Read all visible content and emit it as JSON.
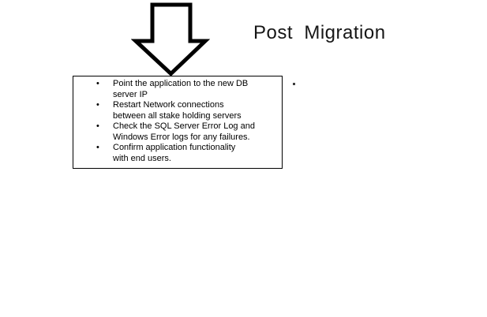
{
  "title": "Post  Migration",
  "arrow": {
    "direction": "down",
    "stroke_color": "#000000",
    "fill_color": "#ffffff"
  },
  "checklist": {
    "bullet": "•",
    "items": [
      {
        "text": "Point the application to the new DB\nserver IP"
      },
      {
        "text": "Restart Network connections\nbetween all stake holding servers"
      },
      {
        "text": "Check the SQL Server Error Log and\nWindows Error logs for any failures."
      },
      {
        "text": "Confirm application functionality\nwith end users."
      }
    ]
  },
  "stray_mark": ".",
  "colors": {
    "background": "#ffffff",
    "text": "#000000",
    "box_border": "#000000"
  }
}
